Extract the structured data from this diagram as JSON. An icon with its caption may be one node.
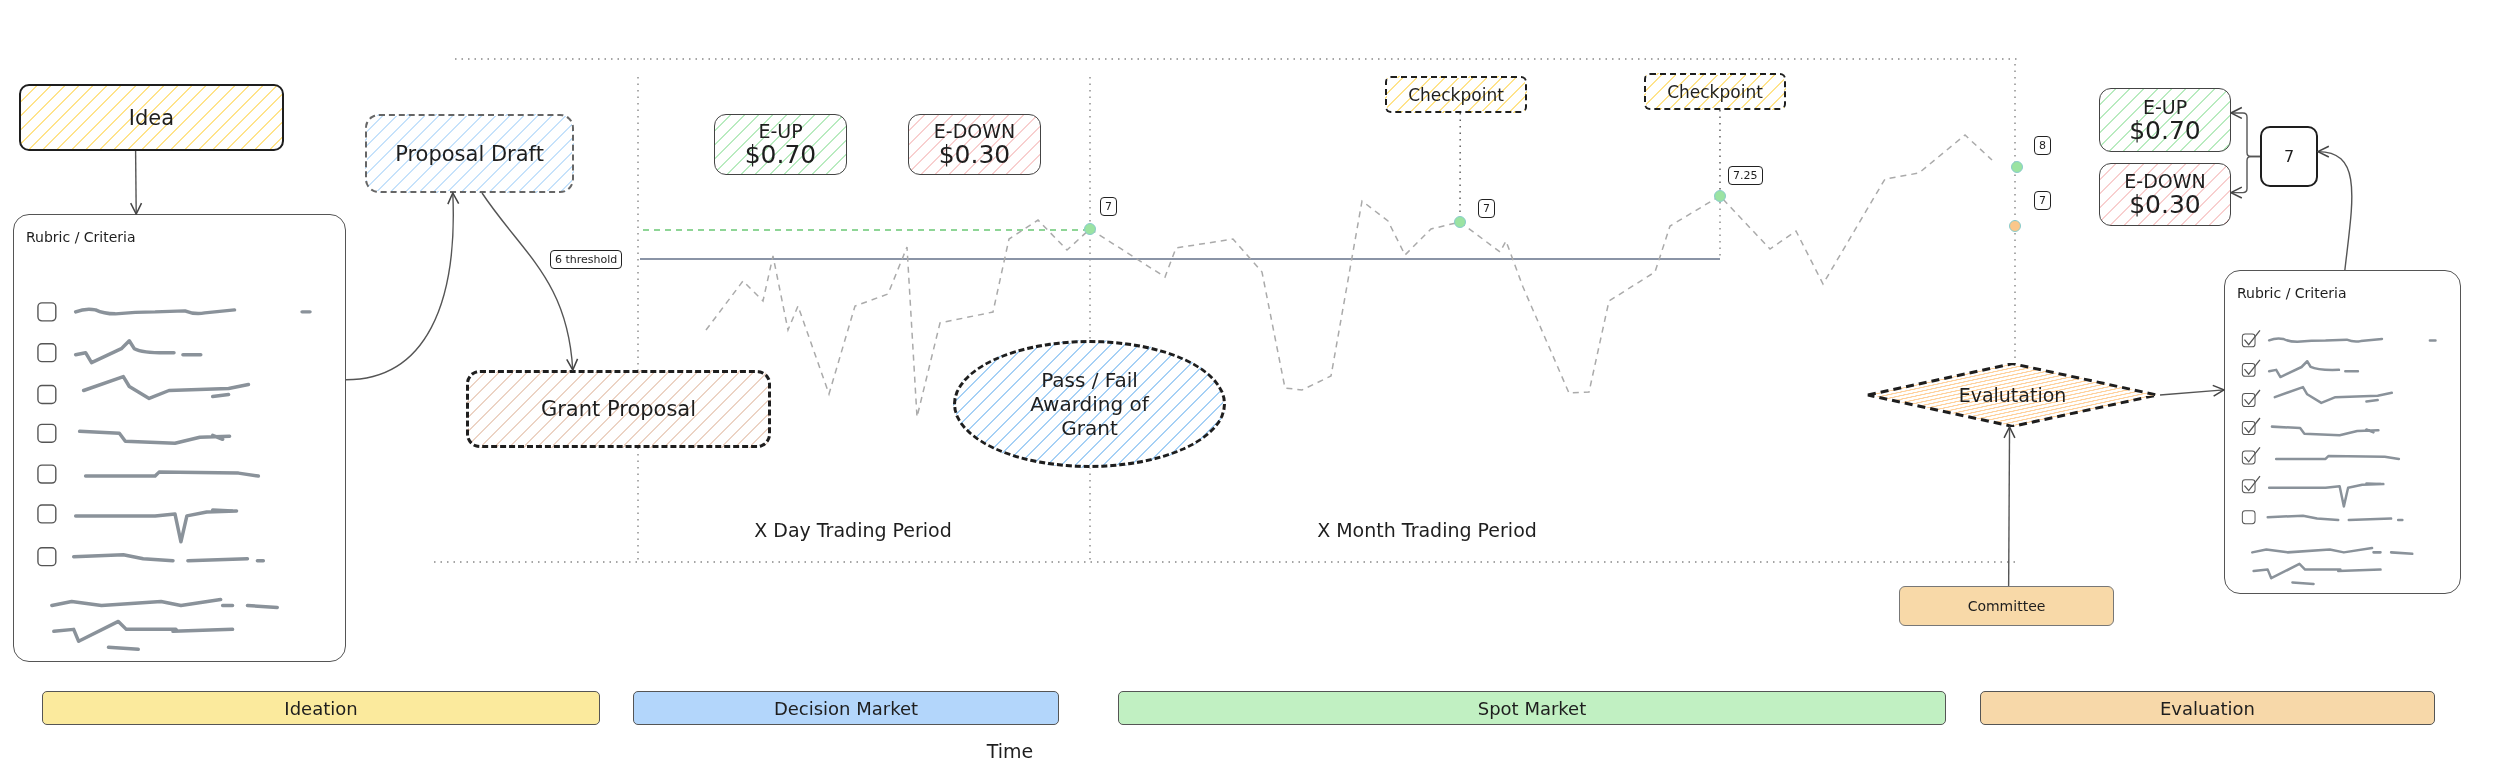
{
  "diagram": {
    "nodes": [
      {
        "text": [
          "Idea"
        ]
      },
      {
        "text": [
          "Rubric / Criteria"
        ]
      },
      {
        "text": [
          "Proposal Draft"
        ]
      },
      {
        "text": [
          "Grant Proposal"
        ]
      },
      {
        "text": [
          "E-UP",
          "$0.70"
        ]
      },
      {
        "text": [
          "E-DOWN",
          "$0.30"
        ]
      },
      {
        "text": [
          "Pass / Fail Awarding of Grant"
        ]
      },
      {
        "text": [
          "Checkpoint"
        ]
      },
      {
        "text": [
          "Checkpoint"
        ]
      },
      {
        "text": [
          "Evalutation"
        ]
      },
      {
        "text": [
          "Committee"
        ]
      },
      {
        "text": [
          "E-UP",
          "$0.70"
        ]
      },
      {
        "text": [
          "E-DOWN",
          "$0.30"
        ]
      },
      {
        "text": [
          "7"
        ]
      },
      {
        "text": [
          "Rubric / Criteria"
        ]
      },
      {
        "text": [
          "Ideation"
        ]
      },
      {
        "text": [
          "Decision Market"
        ]
      },
      {
        "text": [
          "Spot Market"
        ]
      },
      {
        "text": [
          "Evaluation"
        ]
      },
      {
        "text": [],
        "shape": "circle"
      },
      {
        "text": [],
        "shape": "circle"
      },
      {
        "text": [],
        "shape": "circle"
      },
      {
        "text": [],
        "shape": "circle"
      },
      {
        "text": [],
        "shape": "circle"
      }
    ],
    "edges": [
      {
        "from": 0,
        "to": 1,
        "arrow": "to"
      },
      {
        "from": 1,
        "to": 2,
        "arrow": "to"
      },
      {
        "from": 2,
        "to": 3,
        "arrow": "to"
      },
      {
        "from": 10,
        "to": 9,
        "arrow": "to"
      },
      {
        "from": 9,
        "to": 14,
        "arrow": "to"
      },
      {
        "from": 14,
        "to": 13,
        "arrow": "to"
      },
      {
        "from": 13,
        "to": 11,
        "arrow": "to"
      },
      {
        "from": 13,
        "to": 12,
        "arrow": "to"
      },
      {
        "from": 7,
        "to": 20,
        "arrow": "none",
        "style": "dashed"
      },
      {
        "from": 8,
        "to": 21,
        "arrow": "none",
        "style": "dashed"
      }
    ],
    "labels": [
      "6 threshold",
      "7",
      "7",
      "7.25",
      "8",
      "7",
      "X Day Trading Period",
      "X Month Trading Period",
      "Time"
    ]
  }
}
